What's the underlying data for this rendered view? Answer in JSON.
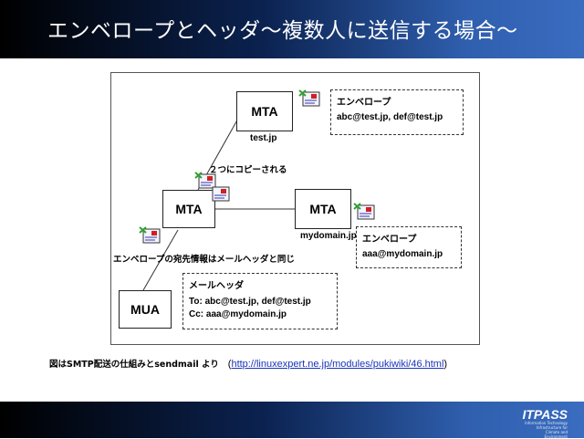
{
  "slide": {
    "title": "エンベロープとヘッダ〜複数人に送信する場合〜",
    "caption_prefix": "図はSMTP配送の仕組みとsendmail より",
    "caption_open": "(",
    "caption_link": "http://linuxexpert.ne.jp/modules/pukiwiki/46.html",
    "caption_close": ")",
    "logo": "ITPASS",
    "logo_sub": "Information Technology Infrastructure for Climate and Environment"
  },
  "diagram": {
    "nodes": {
      "mta_top": "MTA",
      "mta_mid": "MTA",
      "mta_right": "MTA",
      "mua": "MUA"
    },
    "hosts": {
      "test": "test.jp",
      "mydomain": "mydomain.jp"
    },
    "copy_note": "２つにコピーされる",
    "envelope_note": "エンベロープの宛先情報はメールヘッダと同じ",
    "envelope_top": {
      "label": "エンベロープ",
      "value": "abc@test.jp,  def@test.jp"
    },
    "envelope_right": {
      "label": "エンベロープ",
      "value": "aaa@mydomain.jp"
    },
    "mail_header": {
      "label": "メールヘッダ",
      "to": "To:  abc@test.jp,  def@test.jp",
      "cc": "Cc:  aaa@mydomain.jp"
    },
    "icons": [
      "envelope-icon",
      "envelope-icon",
      "envelope-icon",
      "envelope-icon",
      "envelope-icon"
    ]
  }
}
